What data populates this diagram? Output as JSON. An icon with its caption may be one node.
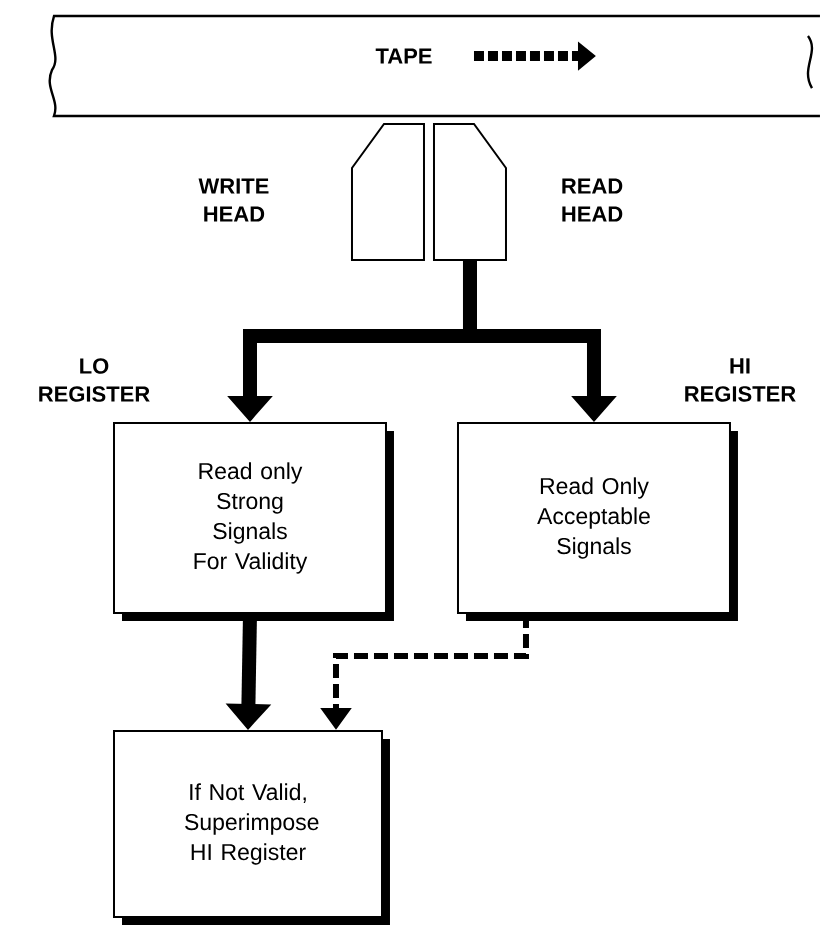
{
  "diagram": {
    "nodes": [
      {
        "text": [
          "TAPE"
        ]
      },
      {
        "text": [],
        "shape": "box",
        "beside": [
          "WRITE HEAD"
        ]
      },
      {
        "text": [],
        "shape": "box",
        "beside": [
          "READ HEAD"
        ]
      },
      {
        "text": [
          "Read only Strong Signals For Validity"
        ],
        "beside": [
          "LO REGISTER"
        ]
      },
      {
        "text": [
          "Read Only Acceptable Signals"
        ],
        "beside": [
          "HI REGISTER"
        ]
      },
      {
        "text": [
          "If Not Valid, Superimpose HI Register"
        ]
      }
    ],
    "edges": [
      {
        "from": 2,
        "to": 3,
        "arrow": "to"
      },
      {
        "from": 2,
        "to": 4,
        "arrow": "to"
      },
      {
        "from": 3,
        "to": 5,
        "arrow": "to"
      },
      {
        "from": 4,
        "to": 5,
        "arrow": "to",
        "style": "dashed"
      }
    ]
  }
}
